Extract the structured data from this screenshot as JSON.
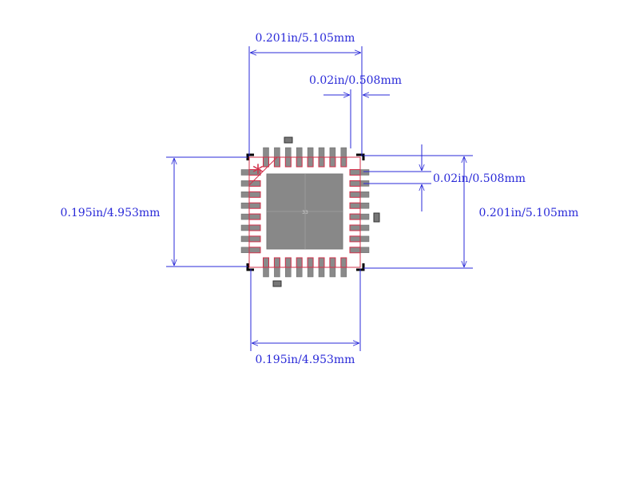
{
  "colors": {
    "dimension": "#2a2ad8",
    "pad": "#8a8a8a",
    "pad_outline": "#d2304a",
    "body_outline": "#d2304a",
    "corner_marks": "#000000",
    "pin1_marker": "#d2304a",
    "thermal_pad": "#888888",
    "background": "#ffffff"
  },
  "dimensions": {
    "top_width": "0.201in/5.105mm",
    "pitch_top": "0.02in/0.508mm",
    "pitch_right": "0.02in/0.508mm",
    "left_height": "0.195in/4.953mm",
    "right_height": "0.201in/5.105mm",
    "bottom_width": "0.195in/4.953mm"
  },
  "footprint": {
    "pin1_marker": "*",
    "thermal_pad_label": "33",
    "pins_per_side": 8,
    "total_pins": 32
  }
}
